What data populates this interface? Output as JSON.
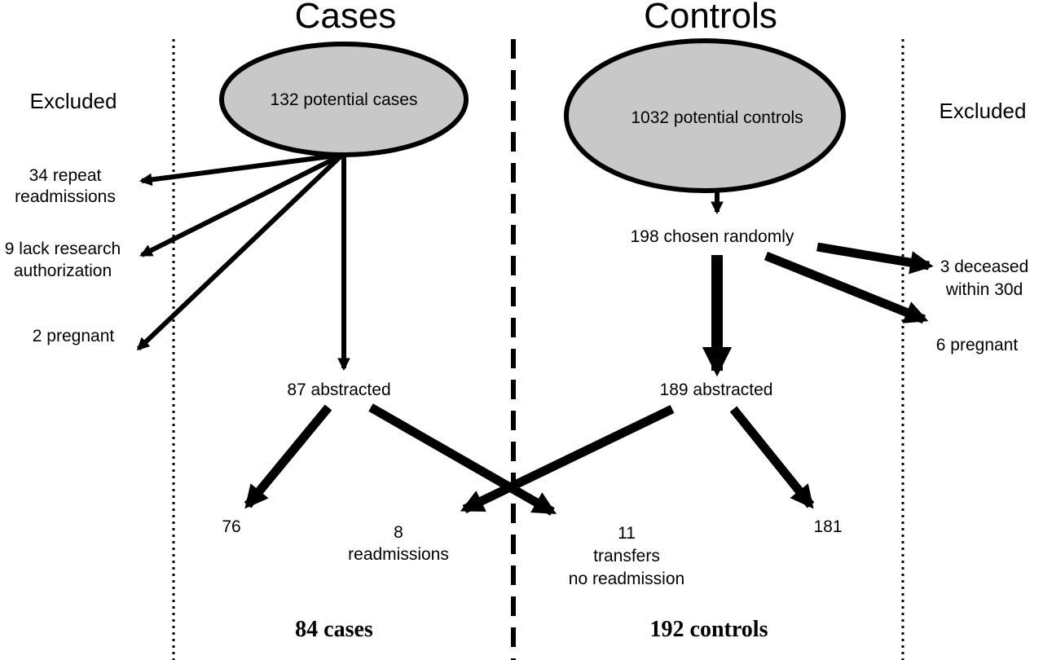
{
  "headings": {
    "cases": "Cases",
    "controls": "Controls"
  },
  "excluded_left": "Excluded",
  "excluded_right": "Excluded",
  "nodes": {
    "potential_cases": "132 potential cases",
    "potential_controls": "1032 potential controls",
    "chosen_randomly": "198 chosen randomly",
    "cases_abstracted": "87 abstracted",
    "controls_abstracted": "189 abstracted",
    "outcome_76": "76",
    "outcome_8": "8\nreadmissions",
    "outcome_11": "11\ntransfers\nno readmission",
    "outcome_181": "181"
  },
  "exclusions_cases": [
    {
      "text": "34 repeat\nreadmissions"
    },
    {
      "text": "9 lack research\nauthorization"
    },
    {
      "text": "2 pregnant"
    }
  ],
  "exclusions_controls": [
    {
      "text": "3 deceased\nwithin 30d"
    },
    {
      "text": "6 pregnant"
    }
  ],
  "totals": {
    "cases": "84 cases",
    "controls": "192 controls"
  },
  "colors": {
    "ellipse_fill": "#c8c8c8",
    "ink": "#000000"
  }
}
